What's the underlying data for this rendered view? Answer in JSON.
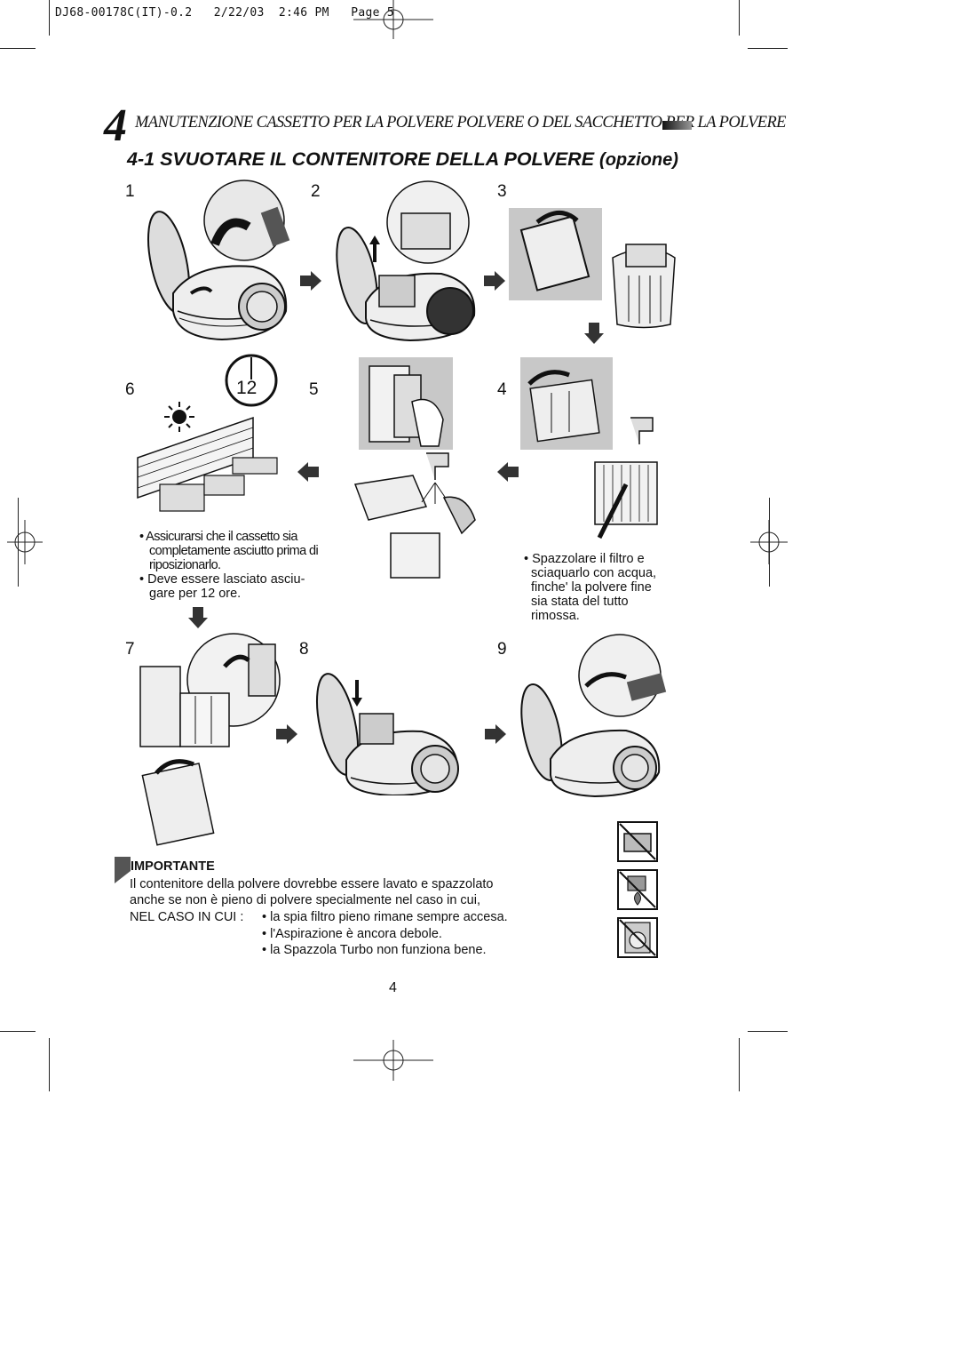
{
  "print_header": "DJ68-00178C(IT)-0.2   2/22/03  2:46 PM   Page 5",
  "chapter": {
    "number": "4",
    "title": "MANUTENZIONE CASSETTO PER LA POLVERE POLVERE O DEL SACCHETTO PER LA POLVERE"
  },
  "section": {
    "number": "4-1",
    "title": "SVUOTARE IL CONTENITORE DELLA POLVERE",
    "option": "(opzione)"
  },
  "steps": {
    "s1": "1",
    "s2": "2",
    "s3": "3",
    "s4": "4",
    "s5": "5",
    "s6": "6",
    "s7": "7",
    "s8": "8",
    "s9": "9",
    "clock": "12"
  },
  "notes": {
    "left": [
      "Assicurarsi che il cassetto sia",
      "completamente asciutto prima di",
      "riposizionarlo.",
      "Deve essere lasciato asciu-",
      "gare per 12 ore."
    ],
    "right": [
      "Spazzolare il filtro e",
      "sciaquarlo con acqua,",
      "finche' la polvere fine",
      "sia stata del tutto",
      "rimossa."
    ],
    "bullet": "•"
  },
  "important": {
    "heading": "IMPORTANTE",
    "line1": "Il contenitore della polvere dovrebbe essere lavato e spazzolato",
    "line2": "anche se non è pieno di polvere specialmente nel caso in cui,",
    "case_label": "NEL CASO IN CUI :",
    "items": [
      "la spia filtro pieno rimane sempre accesa.",
      "l'Aspirazione è ancora debole.",
      "la Spazzola Turbo non funziona bene."
    ]
  },
  "page_number": "4",
  "icons": [
    "no-microwave-icon",
    "no-dryer-heat-icon",
    "no-washing-machine-icon"
  ],
  "colors": {
    "ink": "#111111",
    "arrow": "#333333",
    "photo_bg": "#c8c8c8"
  }
}
